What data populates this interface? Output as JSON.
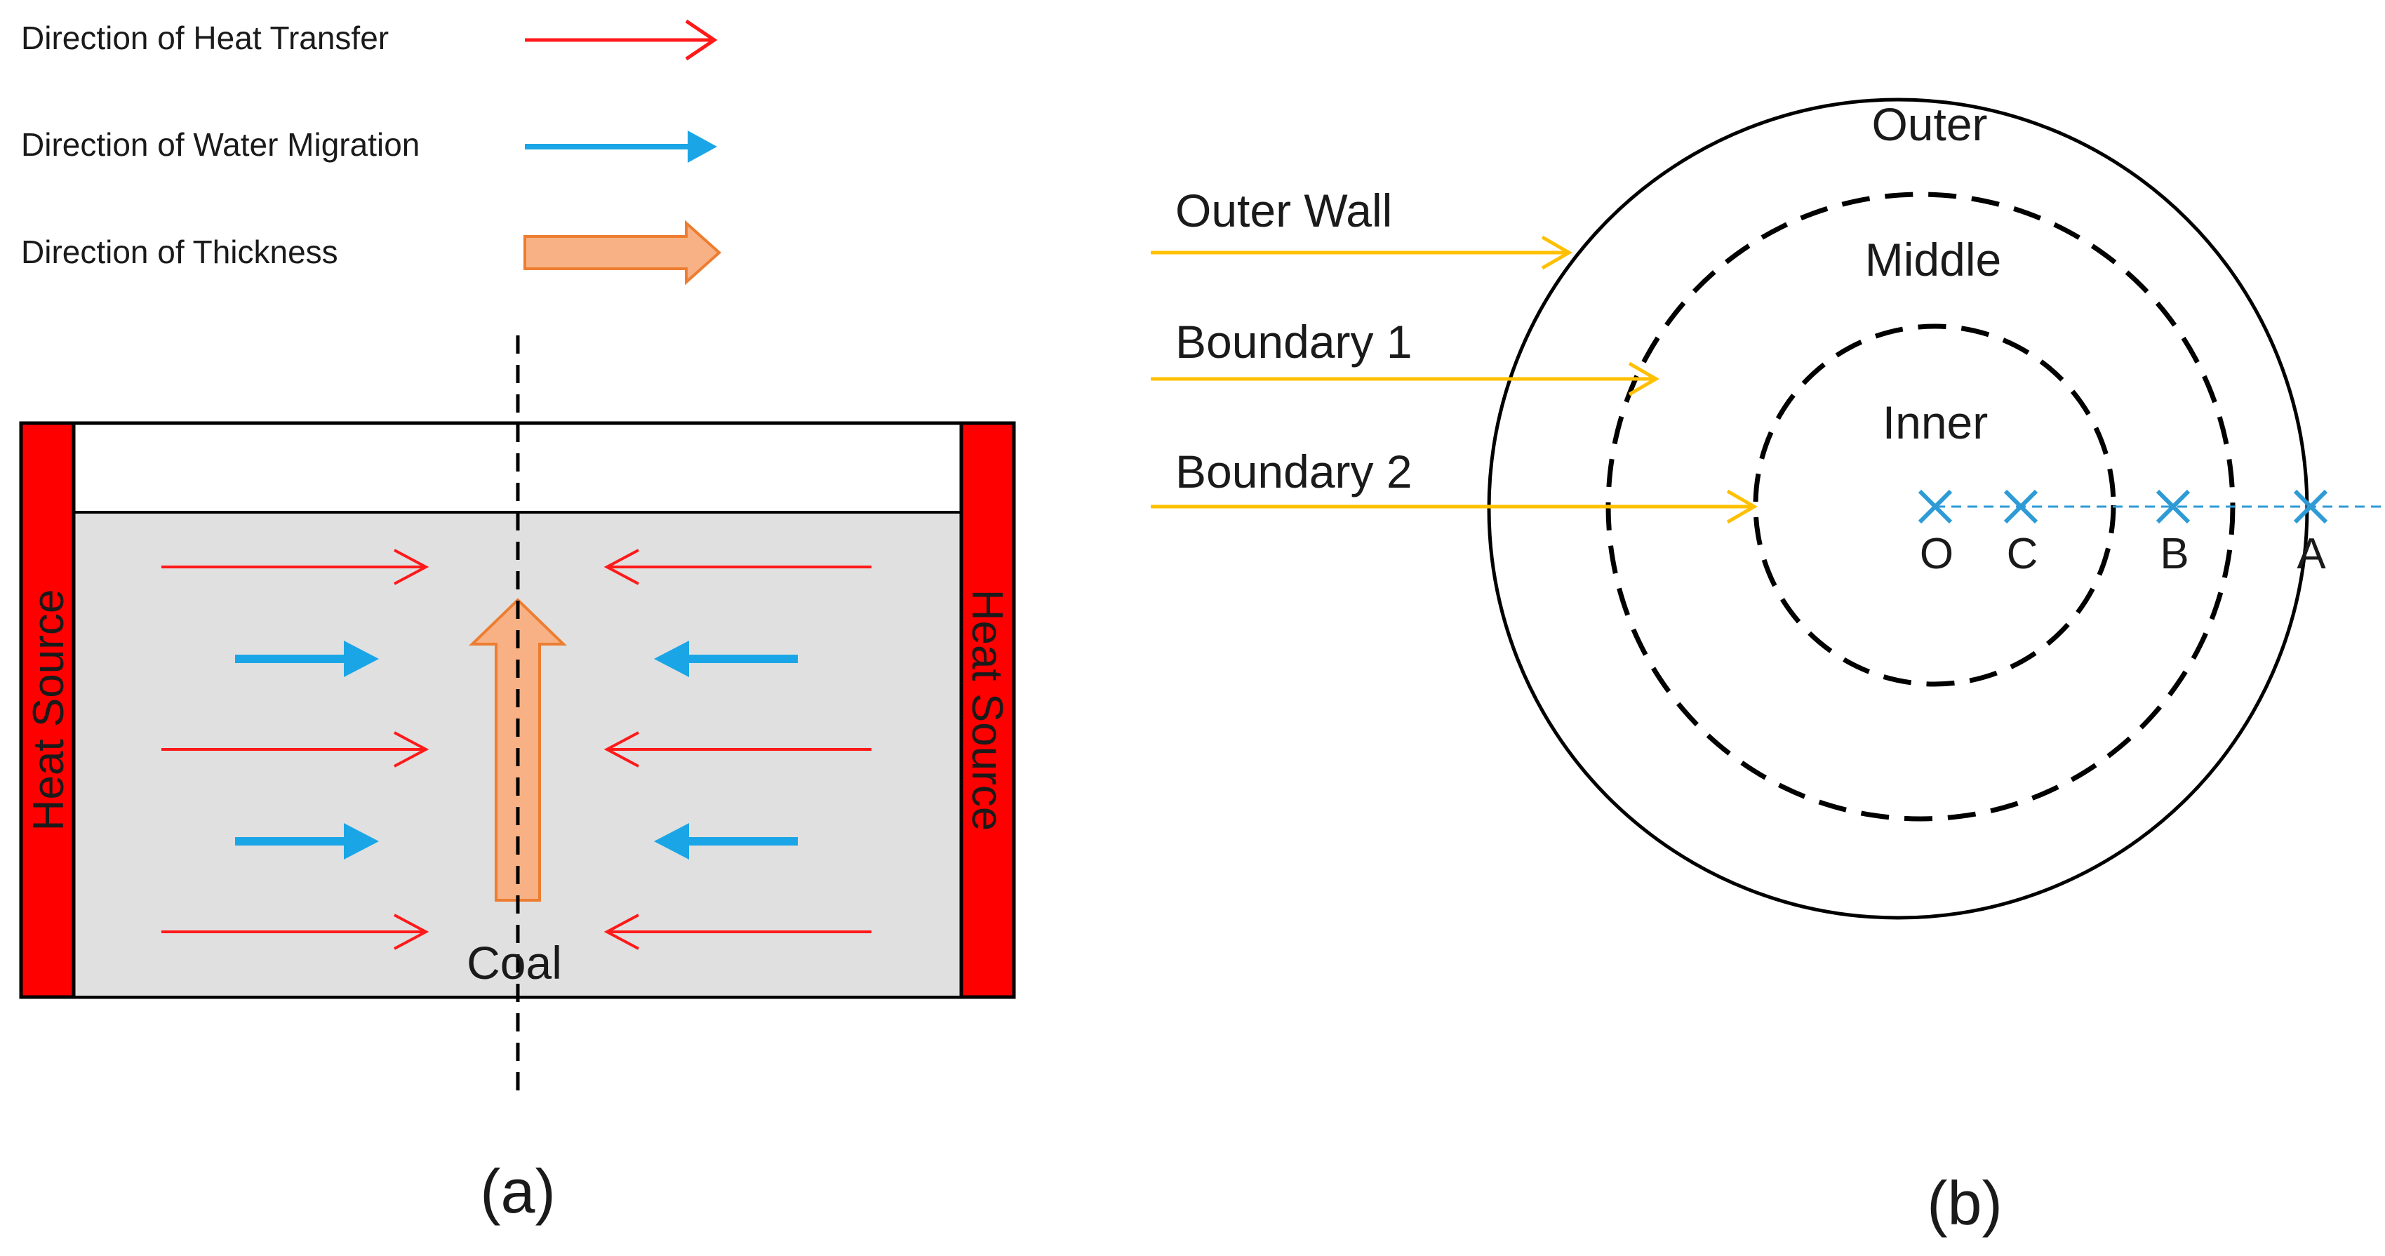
{
  "legend": {
    "items": [
      {
        "label": "Direction of Heat Transfer",
        "arrow": "thin-arrow-icon"
      },
      {
        "label": "Direction of Water Migration",
        "arrow": "bold-arrow-icon"
      },
      {
        "label": "Direction of Thickness",
        "arrow": "block-arrow-icon"
      }
    ]
  },
  "panel_a": {
    "heat_source_left": "Heat Source",
    "heat_source_right": "Heat Source",
    "coal_label": "Coal",
    "caption": "(a)"
  },
  "panel_b": {
    "zones": {
      "outer": "Outer",
      "middle": "Middle",
      "inner": "Inner"
    },
    "callouts": {
      "outer_wall": "Outer Wall",
      "boundary_1": "Boundary 1",
      "boundary_2": "Boundary 2"
    },
    "points": [
      "O",
      "C",
      "B",
      "A"
    ],
    "caption": "(b)"
  },
  "colors": {
    "heat_arrow": "#ff1a1a",
    "water_arrow": "#1aa6e6",
    "thickness_fill": "#f8b184",
    "thickness_stroke": "#ed7d31",
    "heat_source": "#ff0000",
    "coal_fill": "#e0e0e0",
    "callout": "#ffc000",
    "point_marker": "#2e9bd6"
  }
}
